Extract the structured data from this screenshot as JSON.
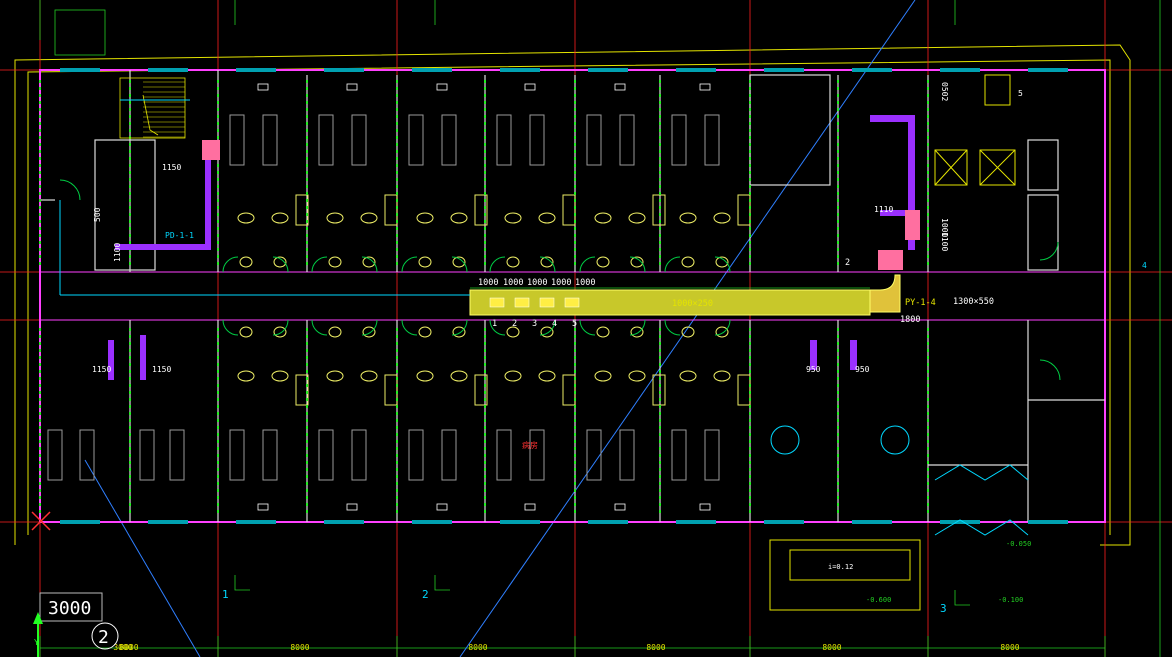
{
  "viewport": {
    "scale_box": "3000",
    "grid_circle_label": "2",
    "ucs_label": "Y"
  },
  "dimensions": {
    "bottom_spans": [
      "8000",
      "8000",
      "8000",
      "8000",
      "8000",
      "8000"
    ],
    "bottom_left_span": "3000"
  },
  "section_marks": [
    "1",
    "2",
    "3"
  ],
  "duct": {
    "segment_widths": [
      "1000",
      "1000",
      "1000",
      "1000",
      "1000"
    ],
    "main_size": "1000×250",
    "riser_size": "1300×550",
    "height_tag": "1800",
    "tag_label": "PY-1-4",
    "branch_ids": [
      "1",
      "2",
      "3",
      "4",
      "5"
    ],
    "branch_marker": "2"
  },
  "fixtures": {
    "sink_size_a": "950",
    "sink_size_b": "950",
    "pipe_size_1": "1150",
    "pipe_size_2": "1150",
    "pipe_size_3": "1150",
    "pipe_size_4": "1110",
    "pipe_size_5": "1000",
    "pipe_size_6": "1100",
    "pipe_size_7": "500",
    "pipe_size_8": "1100",
    "pipe_size_9": "0502"
  },
  "levels": {
    "entrance": "-0.600",
    "ramp": "-0.100",
    "step": "-0.050",
    "slope": "i=0.12"
  },
  "room_tags": {
    "red_note": "病房",
    "axis_4": "4",
    "axis_5": "5",
    "pipe_tag": "PD-1-1"
  },
  "colors": {
    "background": "#000000",
    "wall": "#ff40ff",
    "axis": "#ff2020",
    "dimension": "#22cc22",
    "fixture": "#eeee66",
    "text": "#ffffff",
    "duct": "#e4e43a",
    "pipe": "#9b30ff",
    "accent": "#00d8ff",
    "door": "#00cc44"
  }
}
